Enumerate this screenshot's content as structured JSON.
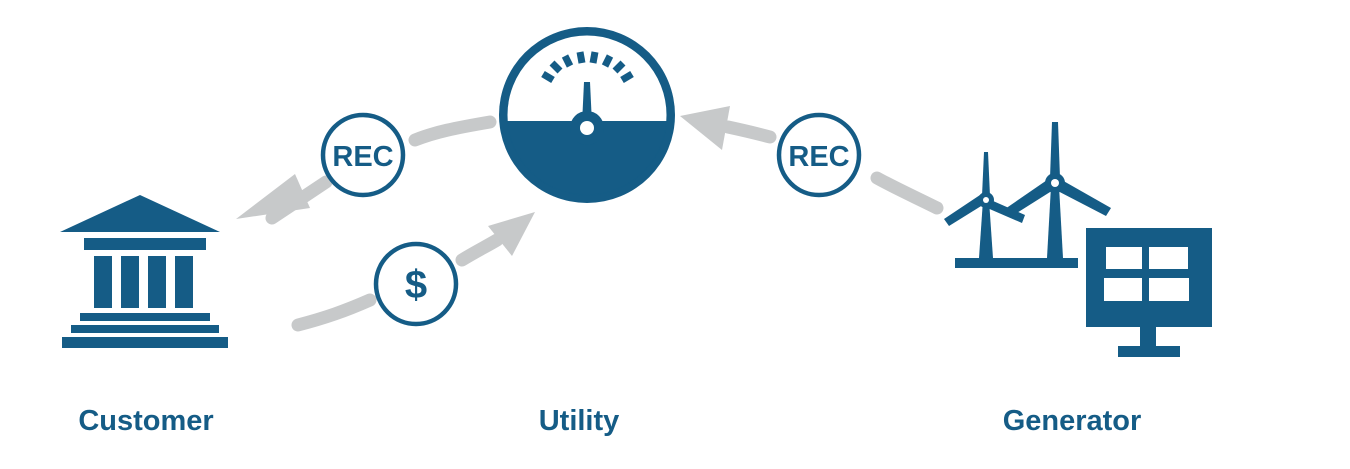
{
  "colors": {
    "primary": "#155c86",
    "arrow": "#c7c9ca",
    "background": "#ffffff"
  },
  "nodes": {
    "customer": {
      "label": "Customer",
      "icon": "bank-building-icon"
    },
    "utility": {
      "label": "Utility",
      "icon": "meter-gauge-icon"
    },
    "generator": {
      "label": "Generator",
      "icons": [
        "wind-turbine-icon",
        "solar-panel-icon"
      ]
    }
  },
  "badges": {
    "rec_utility_to_customer": "REC",
    "rec_generator_to_utility": "REC",
    "payment_customer_to_utility": "$"
  }
}
